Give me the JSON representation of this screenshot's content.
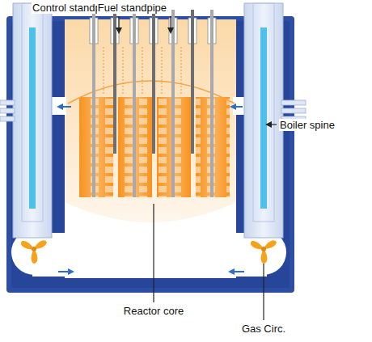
{
  "diagram": {
    "labels": [
      "Control standpipe",
      "Fuel standpipe",
      "Boiler spine",
      "Reactor core",
      "Gas Circ."
    ]
  }
}
